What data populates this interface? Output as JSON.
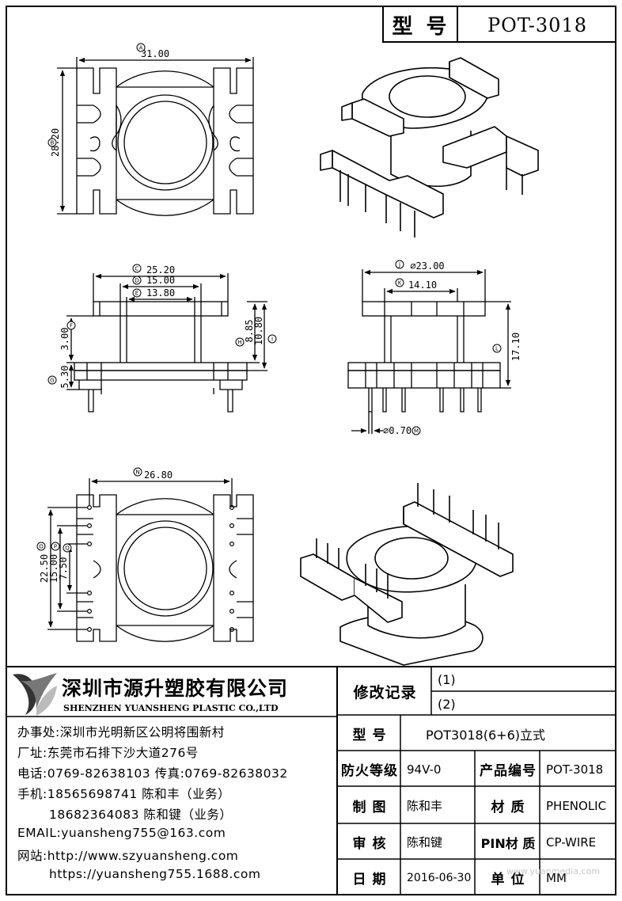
{
  "header": {
    "label": "型 号",
    "model": "POT-3018"
  },
  "drawing": {
    "dims": {
      "a": "31.00",
      "b": "28.20",
      "c": "25.20",
      "d": "15.00",
      "e": "13.80",
      "f": "3.00",
      "g": "5.30",
      "h": "8.85",
      "i": "10.80",
      "j": "⌀23.00",
      "k": "14.10",
      "l": "17.10",
      "m": "⌀0.70",
      "n": "26.80",
      "o": "22.50",
      "p": "15.00",
      "q": "7.50"
    },
    "markers": {
      "a": "A",
      "b": "B",
      "c": "C",
      "d": "D",
      "e": "E",
      "f": "F",
      "g": "G",
      "h": "H",
      "i": "I",
      "j": "J",
      "k": "K",
      "l": "L",
      "m": "M",
      "n": "N",
      "o": "O",
      "p": "P",
      "q": "Q"
    }
  },
  "company": {
    "name_cn": "深圳市源升塑胶有限公司",
    "name_en": "SHENZHEN YUANSHENG PLASTIC CO.,LTD",
    "office": "办事处:深圳市光明新区公明将围新村",
    "factory": "厂址:东莞市石排下沙大道276号",
    "phone": "电话:0769-82638103 传真:0769-82638032",
    "mobile1": "手机:18565698741 陈和丰（业务）",
    "mobile2": "18682364083 陈和键（业务）",
    "email": "EMAIL:yuansheng755@163.com",
    "website_label": "网站:http://www.szyuansheng.com",
    "website2": "https://yuansheng755.1688.com"
  },
  "revision": {
    "label": "修改记录",
    "r1": "(1)",
    "r2": "(2)"
  },
  "specs": {
    "model_label": "型 号",
    "model_value": "POT3018(6+6)立式",
    "fire_label": "防火等级",
    "fire_value": "94V-0",
    "code_label": "产品编号",
    "code_value": "POT-3018",
    "draw_label": "制 图",
    "draw_value": "陈和丰",
    "material_label": "材 质",
    "material_value": "PHENOLIC",
    "review_label": "审 核",
    "review_value": "陈和键",
    "pin_label": "PIN材 质",
    "pin_value": "CP-WIRE",
    "date_label": "日 期",
    "date_value": "2016-06-30",
    "unit_label": "单 位",
    "unit_value": "MM"
  },
  "watermark": "www.yuanmedia.com"
}
